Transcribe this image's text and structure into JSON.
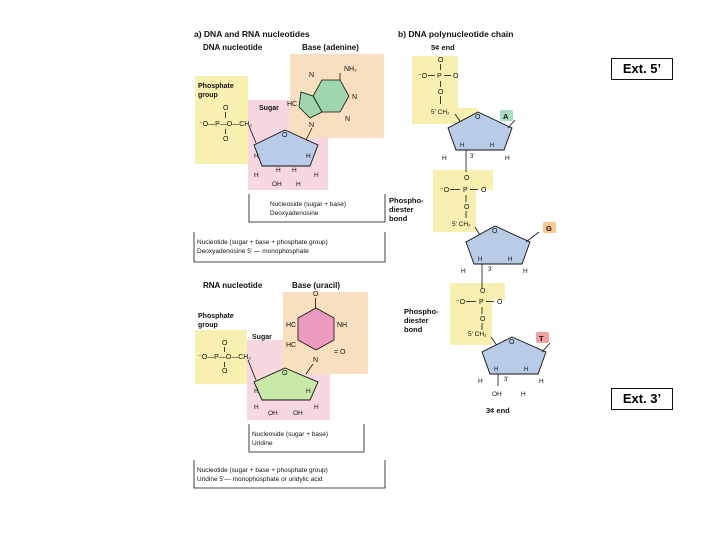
{
  "panel_a": {
    "title": "a) DNA and RNA nucleotides",
    "dna": {
      "heading": "DNA nucleotide",
      "base_label": "Base (adenine)",
      "phosphate_label_1": "Phosphate",
      "phosphate_label_2": "group",
      "sugar_label": "Sugar",
      "nucleoside_line1": "Nucleoside (sugar + base)",
      "nucleoside_line2": "Deoxyadenosine",
      "nucleotide_line1": "Nucleotide (sugar + base + phosphate group)",
      "nucleotide_line2": "Deoxyadenosine 5' — monophosphate"
    },
    "rna": {
      "heading": "RNA nucleotide",
      "base_label": "Base (uracil)",
      "phosphate_label_1": "Phosphate",
      "phosphate_label_2": "group",
      "sugar_label": "Sugar",
      "nucleoside_line1": "Nucleoside (sugar + base)",
      "nucleoside_line2": "Uridine",
      "nucleotide_line1": "Nucleotide (sugar + base + phosphate group)",
      "nucleotide_line2": "Uridine 5'— monophosphate or uridylic acid"
    }
  },
  "panel_b": {
    "title": "b) DNA polynucleotide chain",
    "end_5": "5¢ end",
    "end_3": "3¢ end",
    "bond_label_1": [
      "Phospho-",
      "diester",
      "bond"
    ],
    "bond_label_2": [
      "Phospho-",
      "diester",
      "bond"
    ],
    "bases": [
      "A",
      "G",
      "T"
    ]
  },
  "chem": {
    "o": "O",
    "p": "P",
    "h": "H",
    "n": "N",
    "c": "C",
    "hc": "HC",
    "nh": "NH",
    "nh2": "NH₂",
    "ch2": "CH₂",
    "ch2_5": "5' CH₂",
    "oh": "OH",
    "neg_o": "⁻O",
    "neg_o_left": "⁻O—P—O—CH₂",
    "o_eq": "= O",
    "five_prime": "5'",
    "three_prime": "3'",
    "ho_n": "N"
  },
  "badges": {
    "ext5": "Ext. 5’",
    "ext3": "Ext. 3’"
  },
  "colors": {
    "phosphate_fill": "#f8f0b0",
    "base_fill": "#f8dfc0",
    "nucleoside_fill": "#f8d8e0",
    "dna_sugar": "#b8cce8",
    "rna_sugar": "#c8e8a8",
    "adenine_ring": "#9fd6b0",
    "uracil_ring": "#ec9ac0",
    "base_tag_A": "#a8dcc0",
    "base_tag_G": "#f8c890",
    "base_tag_T": "#f0a0a0"
  }
}
